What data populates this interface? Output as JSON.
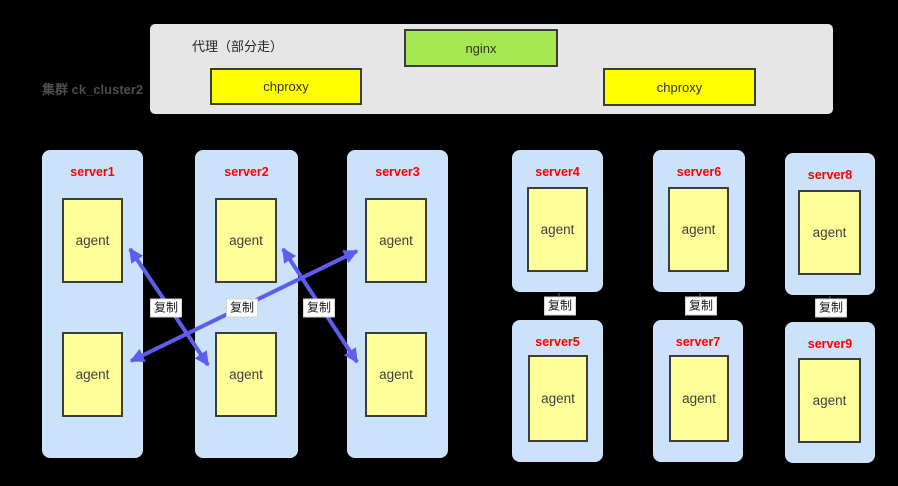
{
  "cluster": {
    "label": "集群 ck_cluster2"
  },
  "proxy_panel": {
    "title": "代理（部分走）",
    "nginx_label": "nginx",
    "chproxy_left_label": "chproxy",
    "chproxy_right_label": "chproxy"
  },
  "servers": [
    {
      "name": "server1",
      "agents": [
        "agent",
        "agent"
      ]
    },
    {
      "name": "server2",
      "agents": [
        "agent",
        "agent"
      ]
    },
    {
      "name": "server3",
      "agents": [
        "agent",
        "agent"
      ]
    },
    {
      "name": "server4",
      "agents": [
        "agent"
      ]
    },
    {
      "name": "server5",
      "agents": [
        "agent"
      ]
    },
    {
      "name": "server6",
      "agents": [
        "agent"
      ]
    },
    {
      "name": "server7",
      "agents": [
        "agent"
      ]
    },
    {
      "name": "server8",
      "agents": [
        "agent"
      ]
    },
    {
      "name": "server9",
      "agents": [
        "agent"
      ]
    }
  ],
  "replication": {
    "links": [
      {
        "from": "server1 agent (top)",
        "to": "server2 agent (bottom)",
        "label": "复制",
        "bidirectional": true
      },
      {
        "from": "server1 agent (bottom)",
        "to": "server3 agent (top)",
        "label": "复制",
        "bidirectional": true
      },
      {
        "from": "server2 agent (top)",
        "to": "server3 agent (bottom)",
        "label": "复制",
        "bidirectional": true
      },
      {
        "from": "server4",
        "to": "server5",
        "label": "复制",
        "bidirectional": false
      },
      {
        "from": "server6",
        "to": "server7",
        "label": "复制",
        "bidirectional": false
      },
      {
        "from": "server8",
        "to": "server9",
        "label": "复制",
        "bidirectional": false
      }
    ]
  },
  "colors": {
    "background": "#000000",
    "panel_fill": "#e6e6e6",
    "server_fill": "#cbe2fa",
    "agent_fill": "#ffff99",
    "agent_border": "#3d3d3d",
    "nginx_fill": "#a5e852",
    "chproxy_fill": "#ffff00",
    "replication_arrow": "#5e5eee",
    "pair_link": "#4a4a4a",
    "server_name_text": "#ff0000",
    "cluster_label_text": "#4d4d4d"
  }
}
